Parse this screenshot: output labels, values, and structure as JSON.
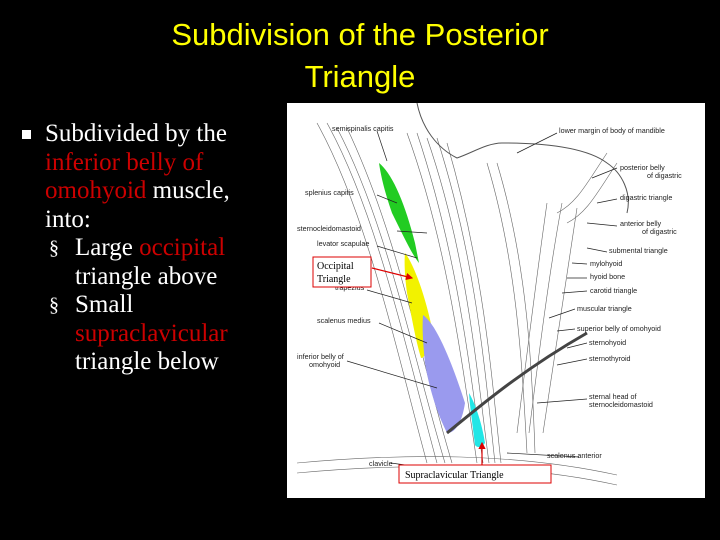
{
  "slide": {
    "title_line1": "Subdivision of the Posterior",
    "title_line2": "Triangle",
    "bullet1": {
      "t1": "Subdivided by the",
      "t2": "inferior belly of",
      "t3": "omohyoid",
      "t4": " muscle,",
      "t5": "into:"
    },
    "sub1": {
      "t1": "Large ",
      "t2": "occipital",
      "t3": "triangle above"
    },
    "sub2": {
      "t1": "Small",
      "t2": "supraclavicular",
      "t3": "triangle below"
    },
    "colors": {
      "title": "#ffff00",
      "highlight": "#cc0000",
      "background": "#000000"
    }
  },
  "figure": {
    "left_labels": {
      "semispinalis": "semispinalis capitis",
      "splenius": "splenius capitis",
      "scm": "sternocleidomastoid",
      "levator": "levator scapulae",
      "trapezius": "trapezius",
      "scalenus_medius": "scalenus medius",
      "omohyoid1": "inferior belly of",
      "omohyoid2": "omohyoid",
      "clavicle": "clavicle"
    },
    "right_labels": {
      "mandible": "lower margin of body of mandible",
      "digastric_post1": "posterior belly",
      "digastric_post2": "of digastric",
      "digastric_tri": "digastric triangle",
      "digastric_ant1": "anterior belly",
      "digastric_ant2": "of digastric",
      "submental": "submental triangle",
      "mylohyoid": "mylohyoid",
      "hyoid": "hyoid bone",
      "carotid": "carotid triangle",
      "muscular": "muscular triangle",
      "omohyoid_sup": "superior belly of omohyoid",
      "sternohyoid": "sternohyoid",
      "sternothyroid": "sternothyroid",
      "sternal1": "sternal head of",
      "sternal2": "sternocleidomastoid",
      "scalenus_anterior": "scalenus anterior"
    },
    "box_labels": {
      "occipital1": "Occipital",
      "occipital2": "Triangle",
      "supraclavicular": "Supraclavicular Triangle"
    },
    "colors": {
      "green": "#22cc22",
      "yellow": "#f2f200",
      "lavender": "#9a9aee",
      "cyan": "#22e6e6",
      "arrow": "#dd0000"
    }
  }
}
